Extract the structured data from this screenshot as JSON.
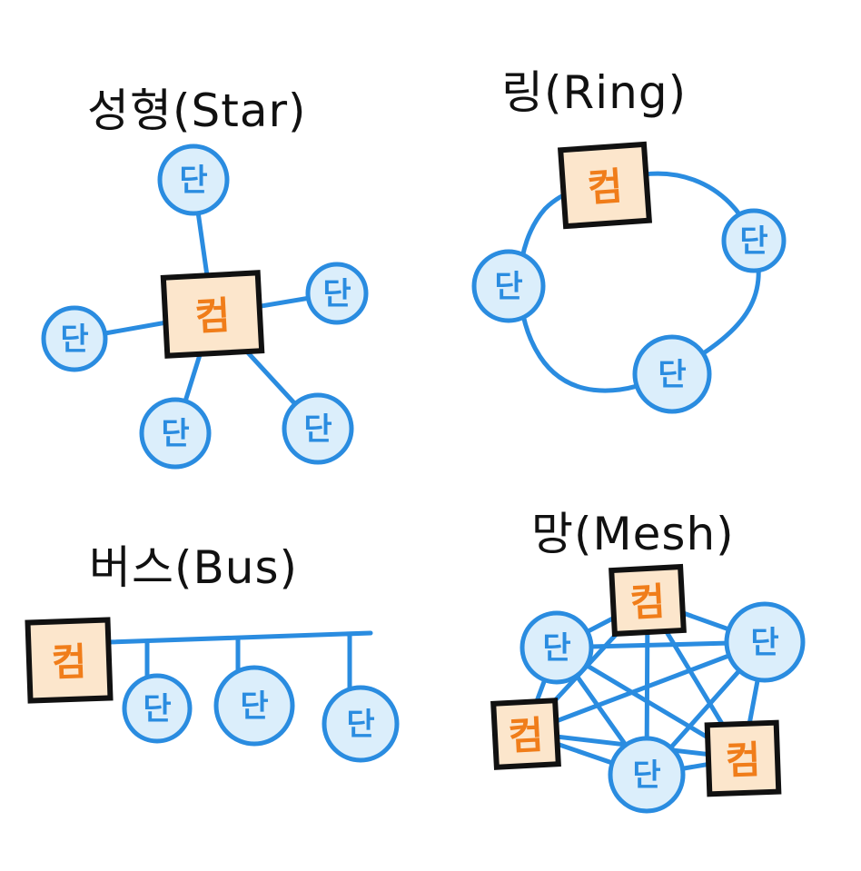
{
  "colors": {
    "link": "#2a8ce0",
    "terminal_fill": "#dbeefb",
    "terminal_stroke": "#2a8ce0",
    "terminal_text": "#2a8ce0",
    "computer_fill": "#fce6cc",
    "computer_stroke": "#111111",
    "computer_text": "#f07d1a",
    "title_text": "#111111"
  },
  "node_labels": {
    "computer": "컴",
    "terminal": "단"
  },
  "sections": {
    "star": {
      "title": "성형(Star)"
    },
    "ring": {
      "title": "링(Ring)"
    },
    "bus": {
      "title": "버스(Bus)"
    },
    "mesh": {
      "title": "망(Mesh)"
    }
  }
}
